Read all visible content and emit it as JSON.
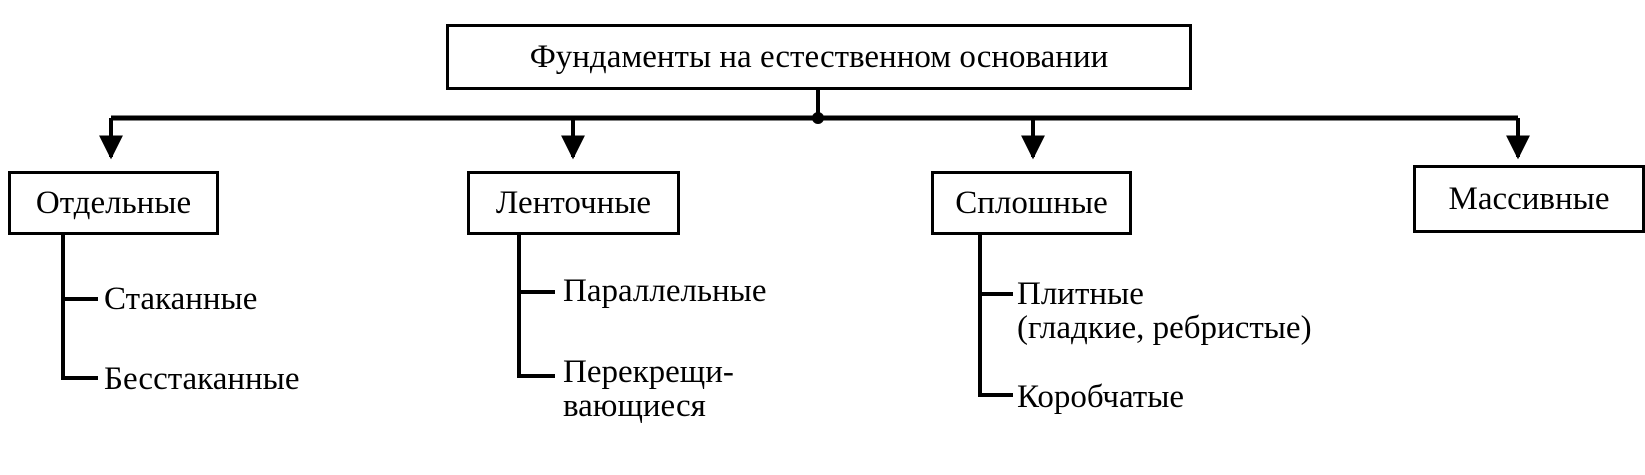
{
  "diagram": {
    "root": "Фундаменты на естественном основании",
    "categories": [
      {
        "label": "Отдельные",
        "items": [
          [
            "Стаканные"
          ],
          [
            "Бесстаканные"
          ]
        ]
      },
      {
        "label": "Ленточные",
        "items": [
          [
            "Параллельные"
          ],
          [
            "Перекрещи-",
            "вающиеся"
          ]
        ]
      },
      {
        "label": "Сплошные",
        "items": [
          [
            "Плитные",
            "(гладкие, ребристые)"
          ],
          [
            "Коробчатые"
          ]
        ]
      },
      {
        "label": "Массивные",
        "items": []
      }
    ]
  }
}
